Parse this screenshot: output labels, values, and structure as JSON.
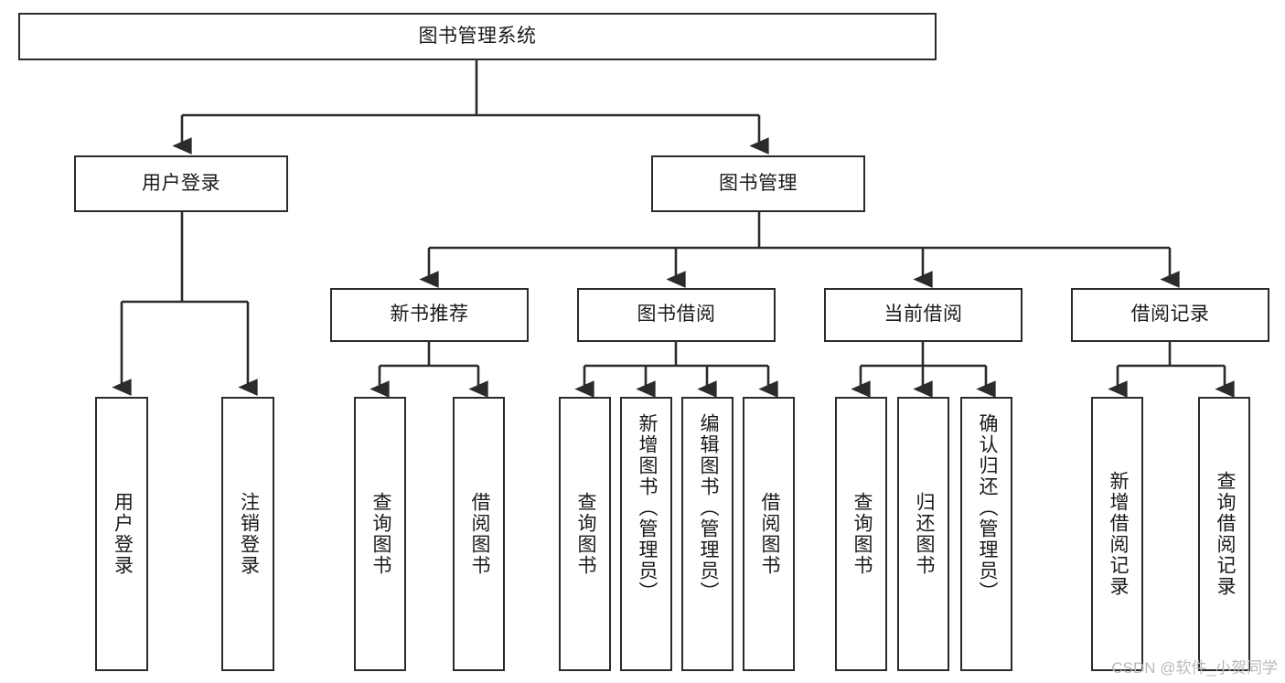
{
  "diagram": {
    "type": "tree-hierarchy-chart",
    "title": "图书管理系统",
    "stroke_color": "#2b2b2b",
    "fill_color": "#ffffff",
    "text_color": "#1a1a1a",
    "root": {
      "id": "root",
      "label": "图书管理系统",
      "orientation": "horizontal"
    },
    "level2": [
      {
        "id": "user-login",
        "label": "用户登录",
        "orientation": "horizontal"
      },
      {
        "id": "book-manage",
        "label": "图书管理",
        "orientation": "horizontal"
      }
    ],
    "level3": [
      {
        "id": "new-book-recommend",
        "label": "新书推荐",
        "orientation": "horizontal",
        "parent": "book-manage"
      },
      {
        "id": "book-borrow",
        "label": "图书借阅",
        "orientation": "horizontal",
        "parent": "book-manage"
      },
      {
        "id": "current-borrow",
        "label": "当前借阅",
        "orientation": "horizontal",
        "parent": "book-manage"
      },
      {
        "id": "borrow-record",
        "label": "借阅记录",
        "orientation": "horizontal",
        "parent": "book-manage"
      }
    ],
    "leaves": [
      {
        "id": "leaf-user-login",
        "label": "用户登录",
        "parent": "user-login",
        "orientation": "vertical"
      },
      {
        "id": "leaf-logout-login",
        "label": "注销登录",
        "parent": "user-login",
        "orientation": "vertical"
      },
      {
        "id": "leaf-query-book-1",
        "label": "查询图书",
        "parent": "new-book-recommend",
        "orientation": "vertical"
      },
      {
        "id": "leaf-borrow-book-1",
        "label": "借阅图书",
        "parent": "new-book-recommend",
        "orientation": "vertical"
      },
      {
        "id": "leaf-query-book-2",
        "label": "查询图书",
        "parent": "book-borrow",
        "orientation": "vertical"
      },
      {
        "id": "leaf-add-book",
        "label": "新增图书（管理员）",
        "parent": "book-borrow",
        "orientation": "vertical"
      },
      {
        "id": "leaf-edit-book",
        "label": "编辑图书（管理员）",
        "parent": "book-borrow",
        "orientation": "vertical"
      },
      {
        "id": "leaf-borrow-book-2",
        "label": "借阅图书",
        "parent": "book-borrow",
        "orientation": "vertical"
      },
      {
        "id": "leaf-query-book-3",
        "label": "查询图书",
        "parent": "current-borrow",
        "orientation": "vertical"
      },
      {
        "id": "leaf-return-book",
        "label": "归还图书",
        "parent": "current-borrow",
        "orientation": "vertical"
      },
      {
        "id": "leaf-confirm-return",
        "label": "确认归还（管理员）",
        "parent": "current-borrow",
        "orientation": "vertical"
      },
      {
        "id": "leaf-add-record",
        "label": "新增借阅记录",
        "parent": "borrow-record",
        "orientation": "vertical"
      },
      {
        "id": "leaf-query-record",
        "label": "查询借阅记录",
        "parent": "borrow-record",
        "orientation": "vertical"
      }
    ]
  },
  "watermark": {
    "text": "CSDN @软件_小贺同学"
  }
}
